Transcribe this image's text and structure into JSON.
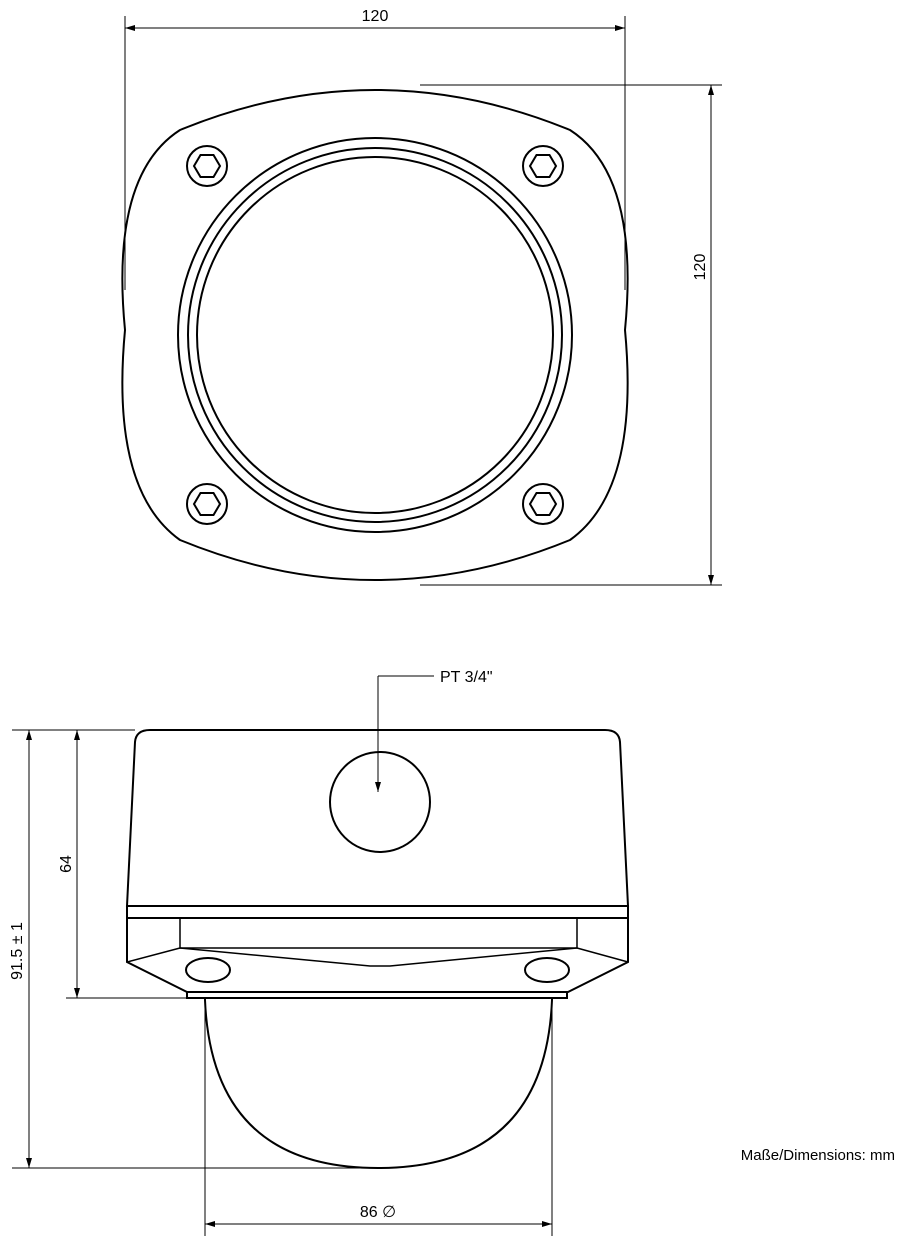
{
  "top_view": {
    "width_dimension": "120",
    "height_dimension": "120"
  },
  "side_view": {
    "thread_label": "PT 3/4\"",
    "total_height_dimension": "91.5 ± 1",
    "housing_height_dimension": "64",
    "dome_diameter_dimension": "86 ∅"
  },
  "units_note": "Maße/Dimensions: mm"
}
